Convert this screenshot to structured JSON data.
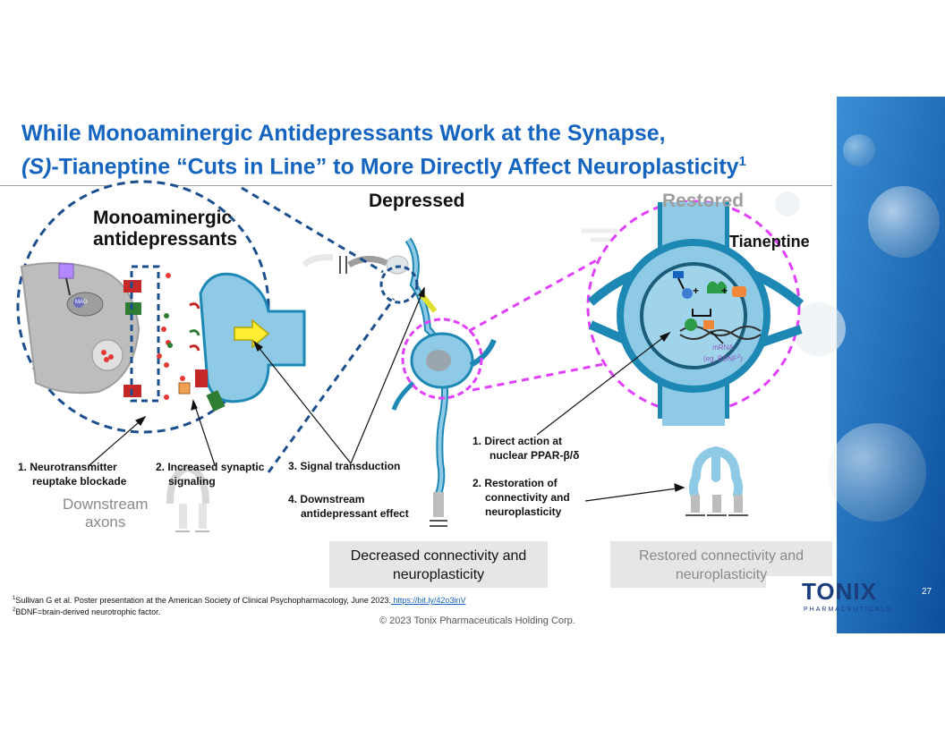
{
  "title": {
    "line1": "While Monoaminergic Antidepressants Work at the Synapse,",
    "line2_italic": "(S)",
    "line2_rest": "-Tianeptine “Cuts in Line” to More Directly Affect Neuroplasticity",
    "superscript": "1"
  },
  "diagram": {
    "depressed_label": "Depressed",
    "restored_label": "Restored",
    "mono_label_line1": "Monoaminergic",
    "mono_label_line2": "antidepressants",
    "tianeptine_label": "Tianeptine",
    "mao_label": "MAO",
    "mrna_line1": "mRNA",
    "mrna_line2": "(eg, BDNF",
    "mrna_sup": "2",
    "mrna_close": ")",
    "plus_sign": "+",
    "step1_line1": "1.  Neurotransmitter",
    "step1_line2": "reuptake blockade",
    "step2_line1": "2. Increased synaptic",
    "step2_line2": "signaling",
    "step3": "3. Signal transduction",
    "step4_line1": "4. Downstream",
    "step4_line2": "antidepressant effect",
    "tia1_line1": "1.   Direct action at",
    "tia1_line2": "nuclear PPAR-β/δ",
    "tia2_line1": "2. Restoration of",
    "tia2_line2": "connectivity and",
    "tia2_line3": "neuroplasticity",
    "downstream_line1": "Downstream",
    "downstream_line2": "axons",
    "decreased_box": "Decreased connectivity and neuroplasticity",
    "restored_box": "Restored connectivity and neuroplasticity"
  },
  "footer": {
    "fn1_sup": "1",
    "fn1_text": "Sullivan G et al. Poster presentation at the American Society of Clinical Psychopharmacology, June 2023.",
    "fn1_link": " https://bit.ly/42o3inV",
    "fn2_sup": "2",
    "fn2_text": "BDNF=brain-derived neurotrophic factor.",
    "copyright": "© 2023 Tonix Pharmaceuticals Holding Corp.",
    "page_number": "27",
    "logo_text": "TONIX",
    "logo_sub": "PHARMACEUTICALS"
  },
  "colors": {
    "title_blue": "#1565c0",
    "neuron_blue": "#8ecae6",
    "neuron_dark": "#1e88b5",
    "magenta_dash": "#e040fb",
    "navy_dash": "#1a4e8c",
    "logo_navy": "#1a3d7c"
  }
}
